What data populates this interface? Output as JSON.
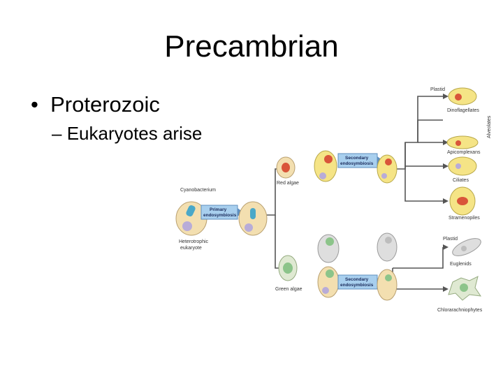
{
  "slide": {
    "title": "Precambrian",
    "bullet_level1": "Proterozoic",
    "bullet_level2": "Eukaryotes arise"
  },
  "diagram": {
    "labels": {
      "cyanobacterium": "Cyanobacterium",
      "heterotrophic_eukaryote_line1": "Heterotrophic",
      "heterotrophic_eukaryote_line2": "eukaryote",
      "primary_line1": "Primary",
      "primary_line2": "endosymbiosis",
      "secondary_top_line1": "Secondary",
      "secondary_top_line2": "endosymbiosis",
      "secondary_bottom_line1": "Secondary",
      "secondary_bottom_line2": "endosymbiosis",
      "red_algae": "Red algae",
      "green_algae": "Green algae",
      "plastid_top": "Plastid",
      "dinoflagellates": "Dinoflagellates",
      "apicomplexans": "Apicomplexans",
      "ciliates": "Ciliates",
      "stramenopiles": "Stramenopiles",
      "plastid_bottom": "Plastid",
      "euglenids": "Euglenids",
      "chlorarachniophytes": "Chlorarachniophytes",
      "alveolates": "Alveolates"
    },
    "colors": {
      "arrow_box": "#a8cfee",
      "red_cell": "#f3dfb0",
      "red_plastid": "#d9553a",
      "yellow_cell": "#f5e486",
      "green_cell": "#dfe9d2",
      "green_plastid": "#8cc48a",
      "grey_cell": "#dedede",
      "nucleus": "#b8acd8",
      "branch_line": "#555555"
    }
  }
}
